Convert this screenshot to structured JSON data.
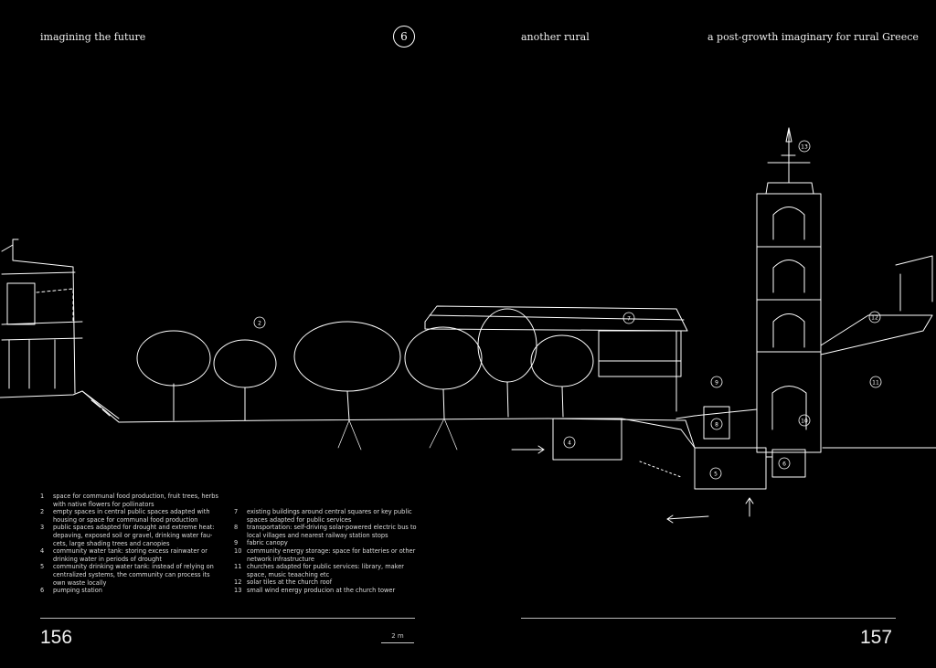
{
  "header": {
    "left_title": "imagining the future",
    "chapter_number": "6",
    "section_title": "another rural",
    "right_title": "a post-growth imaginary for rural Greece"
  },
  "footer": {
    "page_left": "156",
    "page_right": "157",
    "scale_label": "2 m"
  },
  "drawing_markers": [
    "2",
    "7",
    "13",
    "12",
    "11",
    "10",
    "9",
    "8",
    "4",
    "5",
    "6"
  ],
  "legend": {
    "col1": [
      {
        "n": "1",
        "text": "space for communal food production, fruit trees, herbs with native  flowers for pollinators"
      },
      {
        "n": "2",
        "text": "empty spaces in central public spaces adapted with housing or space for communal food production"
      },
      {
        "n": "3",
        "text": "public spaces adapted for drought and extreme heat: depaving, exposed soil or gravel, drinking water fau- cets, large shading trees and canopies"
      },
      {
        "n": "4",
        "text": "community water tank: storing excess rainwater or drinking water in periods of drought"
      },
      {
        "n": "5",
        "text": "community drinking water tank: instead of relying on centralized systems, the community can process its own waste locally"
      },
      {
        "n": "6",
        "text": "pumping station"
      }
    ],
    "col2": [
      {
        "n": "7",
        "text": "existing buildings around central squares or key public spaces adapted for public services"
      },
      {
        "n": "8",
        "text": "transportation: self-driving solar-powered electric bus to local villages and nearest railway station stops"
      },
      {
        "n": "9",
        "text": "fabric canopy"
      },
      {
        "n": "10",
        "text": "community energy storage: space for batteries or other network infrastructure"
      },
      {
        "n": "11",
        "text": "churches adapted for public services: library, maker space, music teaaching etc"
      },
      {
        "n": "12",
        "text": "solar tiles at the church roof"
      },
      {
        "n": "13",
        "text": "small wind energy producion at the church tower"
      }
    ]
  },
  "colors": {
    "background": "#000000",
    "ink": "#ffffff"
  }
}
